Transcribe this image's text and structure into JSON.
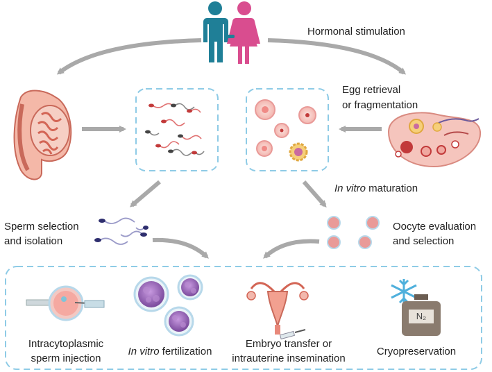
{
  "labels": {
    "hormonal": "Hormonal stimulation",
    "egg_retrieval_1": "Egg retrieval",
    "egg_retrieval_2": "or fragmentation",
    "ivm_italic": "In vitro",
    "ivm_rest": " maturation",
    "sperm_sel_1": "Sperm selection",
    "sperm_sel_2": "and isolation",
    "oocyte_1": "Oocyte evaluation",
    "oocyte_2": "and selection",
    "icsi_1": "Intracytoplasmic",
    "icsi_2": "sperm injection",
    "ivf_italic": "In vitro",
    "ivf_rest": " fertilization",
    "et_1": "Embryo transfer or",
    "et_2": "intrauterine insemination",
    "cryo": "Cryopreservation",
    "tank_label": "N₂"
  },
  "icons": [
    "couple-icon",
    "testis-icon",
    "sperm-cluster-icon",
    "oocyte-cluster-icon",
    "ovary-icon",
    "sperm-selected-icon",
    "oocyte-selected-icon",
    "icsi-icon",
    "embryo-icon",
    "uterus-icon",
    "syringe-icon",
    "snowflake-icon",
    "liquid-nitrogen-tank-icon"
  ],
  "colors": {
    "arrow": "#a9a9a9",
    "dashed_border": "#8ecbe6",
    "male": "#1f7f97",
    "female": "#d94d8f",
    "tissue": "#e8887a",
    "oocyte": "#e99a98",
    "embryo": "#9b6cb5"
  }
}
